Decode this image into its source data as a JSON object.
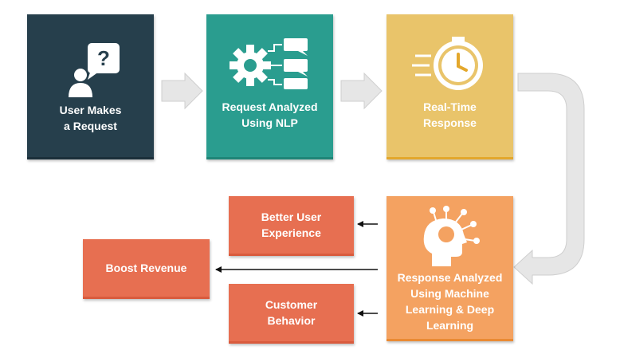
{
  "colors": {
    "navy": "#263f4c",
    "teal": "#2a9d8f",
    "yellow": "#e9c46a",
    "orange": "#f4a261",
    "coral": "#e76f51",
    "arrow_gray": "#e6e6e6"
  },
  "steps": {
    "user_request": {
      "label": "User Makes\na Request",
      "icon": "user-question-icon"
    },
    "nlp": {
      "label": "Request Analyzed\nUsing NLP",
      "icon": "gear-chat-icon"
    },
    "realtime": {
      "label": "Real-Time\nResponse",
      "icon": "fast-clock-icon"
    },
    "ml_analysis": {
      "label": "Response Analyzed\nUsing Machine\nLearning & Deep\nLearning",
      "icon": "ai-head-icon"
    }
  },
  "outcomes": {
    "better_ux": "Better User\nExperience",
    "boost_revenue": "Boost Revenue",
    "customer_behavior": "Customer\nBehavior"
  }
}
